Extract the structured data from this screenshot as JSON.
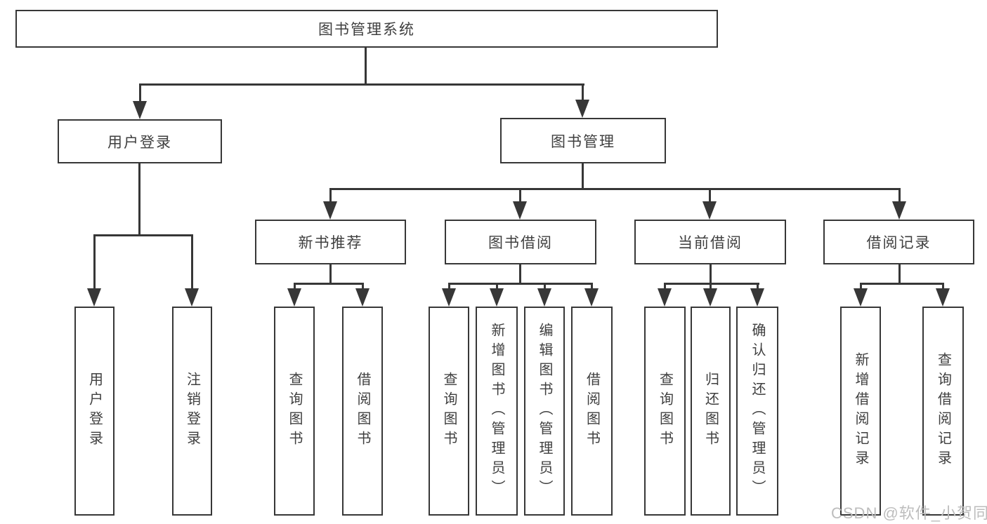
{
  "tree": {
    "root": "图书管理系统",
    "level2": [
      "用户登录",
      "图书管理"
    ],
    "level3": [
      "新书推荐",
      "图书借阅",
      "当前借阅",
      "借阅记录"
    ],
    "leaves": {
      "user_login": [
        "用户登录",
        "注销登录"
      ],
      "new_books": [
        "查询图书",
        "借阅图书"
      ],
      "book_borrowing": [
        "查询图书",
        "新增图书（管理员）",
        "编辑图书（管理员）",
        "借阅图书"
      ],
      "current_borrowing": [
        "查询图书",
        "归还图书",
        "确认归还（管理员）"
      ],
      "borrow_records": [
        "新增借阅记录",
        "查询借阅记录"
      ]
    }
  },
  "watermark": "CSDN @软件_小贺同学",
  "colors": {
    "line": "#373737",
    "text": "#3f3f3f",
    "watermark": "#bdbdbd",
    "background": "#ffffff"
  }
}
